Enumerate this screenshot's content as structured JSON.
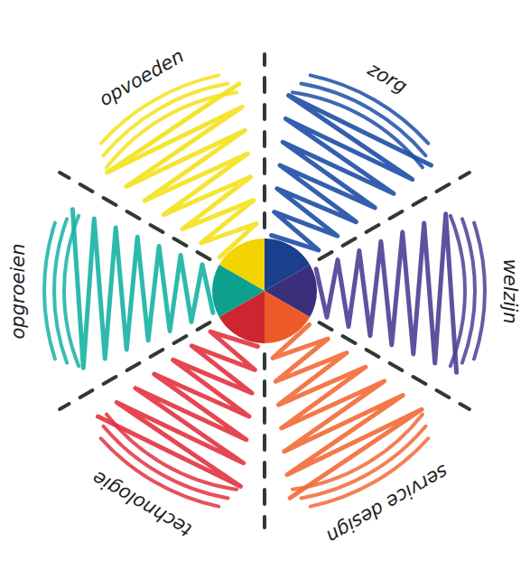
{
  "diagram": {
    "labels": [
      "opvoeden",
      "zorg",
      "welzijn",
      "service design",
      "technologie",
      "opgroeien"
    ]
  }
}
